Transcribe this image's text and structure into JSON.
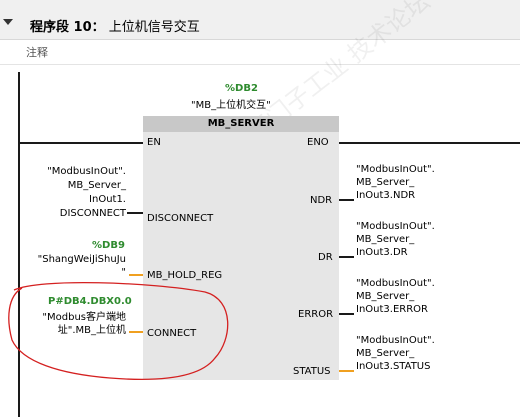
{
  "network": {
    "prefix": "程序段 10：",
    "title": "上位机信号交互",
    "comment": "注释"
  },
  "block": {
    "db_tag": "%DB2",
    "instance_name": "\"MB_上位机交互\"",
    "type_name": "MB_SERVER",
    "en": "EN",
    "eno": "ENO"
  },
  "inputs": {
    "disconnect": {
      "pin": "DISCONNECT",
      "lines": [
        "\"ModbusInOut\".",
        "MB_Server_",
        "InOut1.",
        "DISCONNECT"
      ]
    },
    "mb_hold_reg": {
      "pin": "MB_HOLD_REG",
      "tag": "%DB9",
      "lines": [
        "\"ShangWeiJiShuJu",
        "\""
      ]
    },
    "connect": {
      "pin": "CONNECT",
      "tag": "P#DB4.DBX0.0",
      "lines": [
        "\"Modbus客户端地",
        "址\".MB_上位机"
      ]
    }
  },
  "outputs": {
    "ndr": {
      "pin": "NDR",
      "lines": [
        "\"ModbusInOut\".",
        "MB_Server_",
        "InOut3.NDR"
      ]
    },
    "dr": {
      "pin": "DR",
      "lines": [
        "\"ModbusInOut\".",
        "MB_Server_",
        "InOut3.DR"
      ]
    },
    "error": {
      "pin": "ERROR",
      "lines": [
        "\"ModbusInOut\".",
        "MB_Server_",
        "InOut3.ERROR"
      ]
    },
    "status": {
      "pin": "STATUS",
      "lines": [
        "\"ModbusInOut\".",
        "MB_Server_",
        "InOut3.STATUS"
      ]
    }
  },
  "colors": {
    "db_tag": "#2e8b2e",
    "wire": "#1a1a1a",
    "operand_wire": "#f0a020",
    "annotation": "#d42020"
  },
  "watermark": "西门子工业 技术论坛 support.industry.siemens.com"
}
